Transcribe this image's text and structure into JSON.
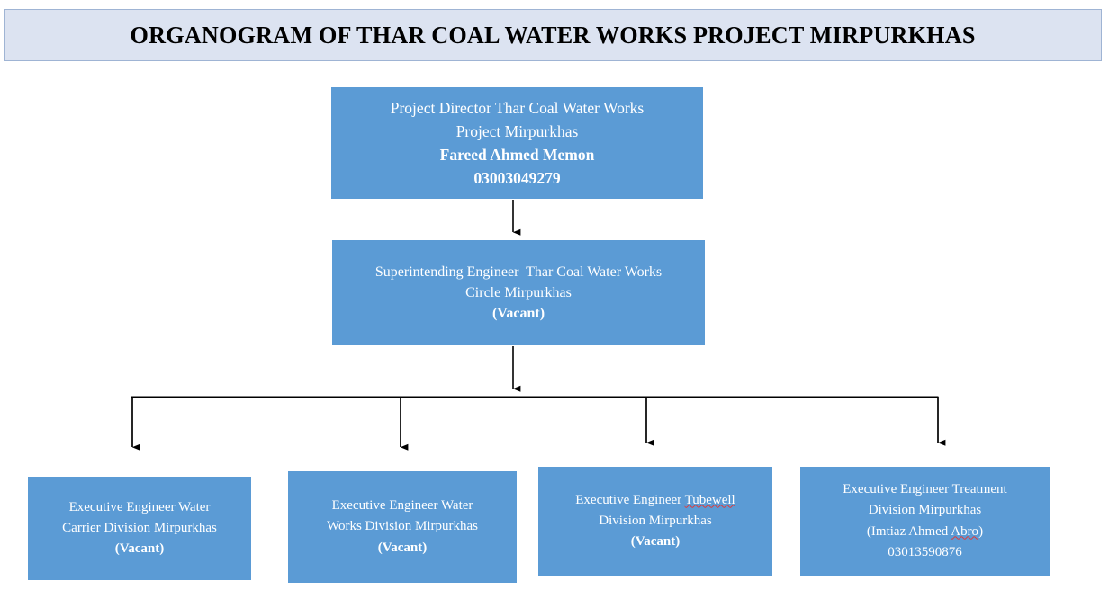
{
  "title": {
    "text": "ORGANOGRAM OF THAR COAL WATER WORKS PROJECT MIRPURKHAS",
    "background_color": "#dce3f1",
    "border_color": "#9fb4d4",
    "text_color": "#000000"
  },
  "theme": {
    "node_fill": "#5b9bd5",
    "node_text_color": "#ffffff",
    "connector_color": "#000000",
    "spellcheck_underline_color": "#e03a3a",
    "page_background": "#ffffff"
  },
  "chart_data": {
    "type": "diagram",
    "diagram_type": "organizational-chart",
    "title": "ORGANOGRAM OF THAR COAL WATER WORKS PROJECT MIRPURKHAS",
    "levels": 3,
    "nodes": [
      {
        "id": "director",
        "level": 1,
        "lines": [
          {
            "text": "Project Director Thar Coal Water Works",
            "bold": false
          },
          {
            "text": "Project Mirpurkhas",
            "bold": false
          },
          {
            "text": "Fareed Ahmed Memon",
            "bold": true
          },
          {
            "text": "03003049279",
            "bold": true
          }
        ]
      },
      {
        "id": "superintending-engineer",
        "level": 2,
        "lines": [
          {
            "text": "Superintending Engineer  Thar Coal Water Works",
            "bold": false
          },
          {
            "text": "Circle Mirpurkhas",
            "bold": false
          },
          {
            "text": "(Vacant)",
            "bold": true
          }
        ]
      },
      {
        "id": "xen-water-carrier",
        "level": 3,
        "lines": [
          {
            "text": "Executive Engineer Water",
            "bold": false
          },
          {
            "text": "Carrier Division Mirpurkhas",
            "bold": false
          },
          {
            "text": "(Vacant)",
            "bold": true
          }
        ]
      },
      {
        "id": "xen-water-works",
        "level": 3,
        "lines": [
          {
            "text": "Executive Engineer Water",
            "bold": false
          },
          {
            "text": "Works Division Mirpurkhas",
            "bold": false
          },
          {
            "text": "(Vacant)",
            "bold": true
          }
        ]
      },
      {
        "id": "xen-tubewell",
        "level": 3,
        "lines": [
          {
            "text": "Executive Engineer Tubewell",
            "bold": false,
            "misspelled_word": "Tubewell"
          },
          {
            "text": "Division Mirpurkhas",
            "bold": false
          },
          {
            "text": "(Vacant)",
            "bold": true
          }
        ]
      },
      {
        "id": "xen-treatment",
        "level": 3,
        "lines": [
          {
            "text": "Executive Engineer Treatment",
            "bold": false
          },
          {
            "text": "Division Mirpurkhas",
            "bold": false
          },
          {
            "text": "(Imtiaz Ahmed Abro)",
            "bold": false,
            "misspelled_word": "Abro"
          },
          {
            "text": "03013590876",
            "bold": false
          }
        ]
      }
    ],
    "edges": [
      {
        "from": "director",
        "to": "superintending-engineer"
      },
      {
        "from": "superintending-engineer",
        "to": "xen-water-carrier"
      },
      {
        "from": "superintending-engineer",
        "to": "xen-water-works"
      },
      {
        "from": "superintending-engineer",
        "to": "xen-tubewell"
      },
      {
        "from": "superintending-engineer",
        "to": "xen-treatment"
      }
    ]
  },
  "nodes": {
    "director": {
      "l1": "Project Director Thar Coal Water Works",
      "l2": "Project Mirpurkhas",
      "l3": "Fareed Ahmed Memon",
      "l4": "03003049279"
    },
    "superintending_engineer": {
      "l1": "Superintending Engineer  Thar Coal Water Works",
      "l2": "Circle Mirpurkhas",
      "l3": "(Vacant)"
    },
    "xen_water_carrier": {
      "l1": "Executive Engineer Water",
      "l2": "Carrier Division Mirpurkhas",
      "l3": "(Vacant)"
    },
    "xen_water_works": {
      "l1": "Executive Engineer Water",
      "l2": "Works Division Mirpurkhas",
      "l3": "(Vacant)"
    },
    "xen_tubewell": {
      "l1_pre": "Executive Engineer ",
      "l1_misspelled": "Tubewell",
      "l2": "Division Mirpurkhas",
      "l3": "(Vacant)"
    },
    "xen_treatment": {
      "l1": "Executive Engineer Treatment",
      "l2": "Division Mirpurkhas",
      "l3_pre": "(Imtiaz Ahmed ",
      "l3_misspelled": "Abro",
      "l3_post": ")",
      "l4": "03013590876"
    }
  }
}
